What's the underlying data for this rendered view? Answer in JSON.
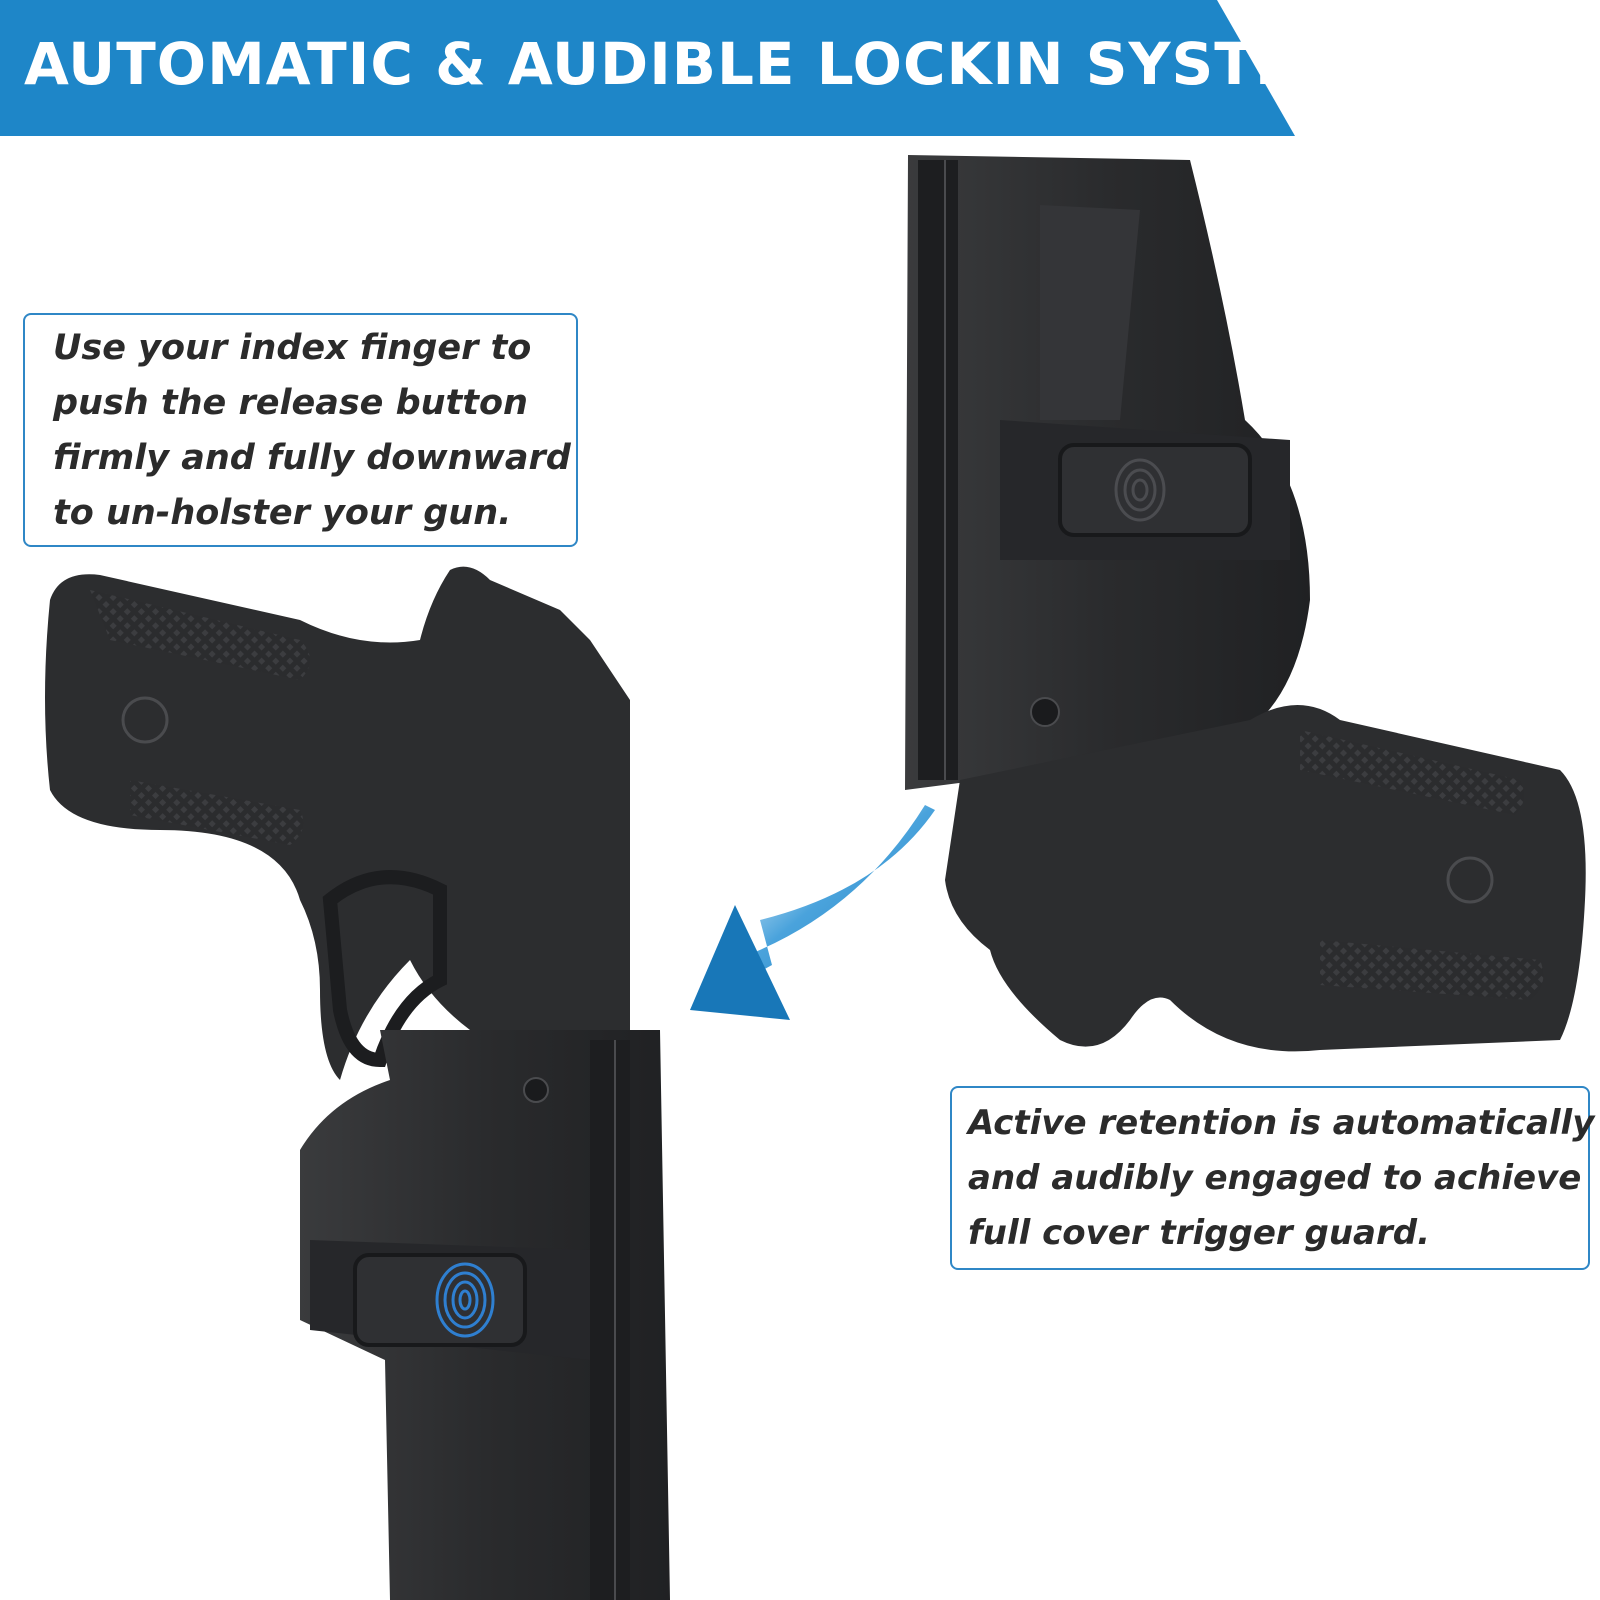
{
  "banner": {
    "title": "AUTOMATIC & AUDIBLE LOCKIN SYSTEM",
    "color": "#1e86c8"
  },
  "callouts": {
    "left": {
      "lines": [
        "Use your index finger to",
        "push the release button",
        "firmly and fully downward",
        "to un-holster your gun."
      ]
    },
    "right": {
      "lines": [
        "Active retention is automatically",
        "and audibly engaged to achieve",
        "full cover trigger guard."
      ]
    }
  },
  "images": {
    "left_product": "pistol-seated-in-holster",
    "right_product": "holster-with-pistol-inverted",
    "arrow": "curved-blue-arrow-left",
    "release_button_icon": "fingerprint-icon"
  },
  "colors": {
    "accent": "#1e86c8",
    "border": "#2f87c6",
    "holster": "#2e2f31",
    "text": "#2b2b2b"
  }
}
